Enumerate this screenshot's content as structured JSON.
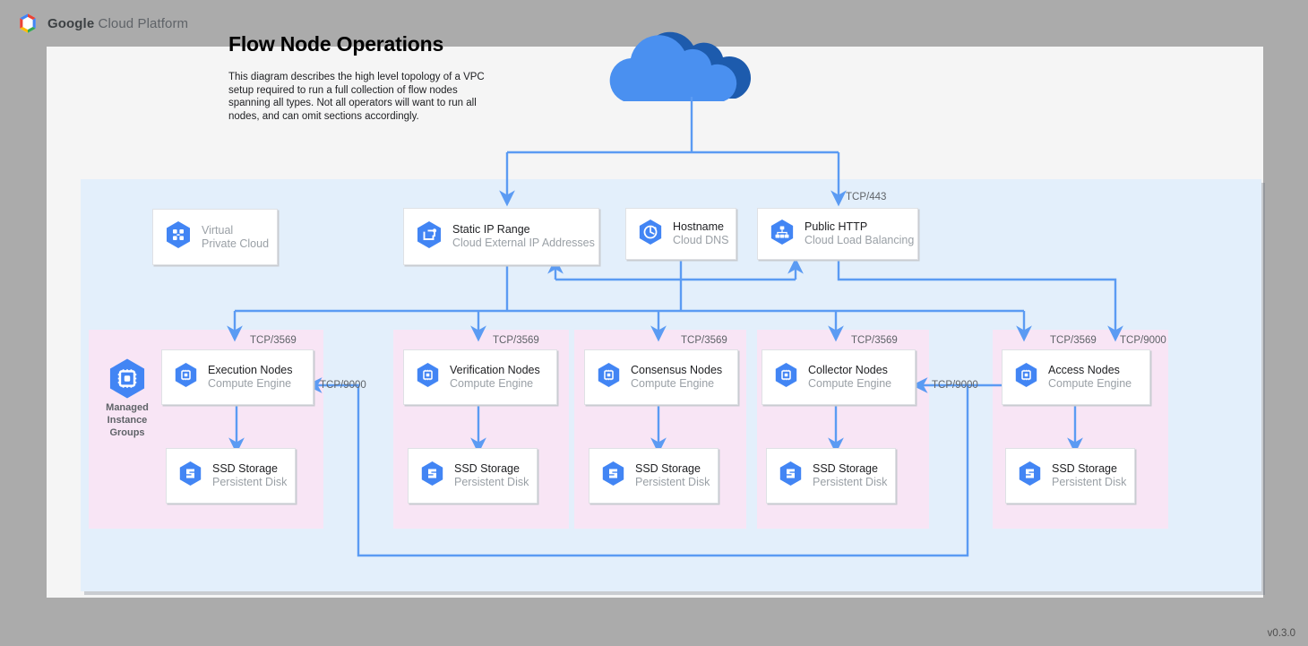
{
  "header": {
    "logo_icon": "google-cloud-hexagon-logo",
    "brand_bold": "Google",
    "brand_rest": " Cloud Platform"
  },
  "diagram": {
    "title": "Flow Node Operations",
    "description": "This diagram describes the high level topology of a VPC setup required to run a full collection of flow nodes spanning all types.\nNot all operators will want to run all nodes, and can omit sections accordingly.",
    "version": "v0.3.0",
    "internet_cloud_icon": "cloud-icon"
  },
  "colors": {
    "page_background": "#ababab",
    "canvas": "#f5f5f5",
    "vpc_region": "#e3effb",
    "mig_group": "#f9e4f4",
    "connector": "#5b9bf3",
    "gcp_blue": "#4285f4",
    "cloud_light": "#4a90f0",
    "cloud_dark": "#1d5bad",
    "card_border": "#dfe1e5",
    "muted_text": "#9aa0a6"
  },
  "vpc": {
    "label_line1": "Virtual",
    "label_line2": "Private Cloud",
    "icon": "virtual-private-cloud-icon"
  },
  "top_nodes": [
    {
      "id": "static-ip-range",
      "title": "Static IP Range",
      "subtitle": "Cloud External IP Addresses",
      "icon": "cloud-external-ip-addresses-icon",
      "stacked": true
    },
    {
      "id": "hostname",
      "title": "Hostname",
      "subtitle": "Cloud DNS",
      "icon": "cloud-dns-icon",
      "stacked": false
    },
    {
      "id": "public-http",
      "title": "Public HTTP",
      "subtitle": "Cloud Load Balancing",
      "icon": "cloud-load-balancing-icon",
      "stacked": false
    }
  ],
  "mig": {
    "label_line1": "Managed",
    "label_line2": "Instance",
    "label_line3": "Groups",
    "icon": "compute-engine-icon"
  },
  "node_groups": [
    {
      "id": "execution",
      "node_title": "Execution Nodes",
      "node_subtitle": "Compute Engine",
      "node_icon": "compute-engine-icon",
      "storage_title": "SSD Storage",
      "storage_subtitle": "Persistent Disk",
      "storage_icon": "persistent-disk-icon"
    },
    {
      "id": "verification",
      "node_title": "Verification Nodes",
      "node_subtitle": "Compute Engine",
      "node_icon": "compute-engine-icon",
      "storage_title": "SSD Storage",
      "storage_subtitle": "Persistent Disk",
      "storage_icon": "persistent-disk-icon"
    },
    {
      "id": "consensus",
      "node_title": "Consensus Nodes",
      "node_subtitle": "Compute Engine",
      "node_icon": "compute-engine-icon",
      "storage_title": "SSD Storage",
      "storage_subtitle": "Persistent Disk",
      "storage_icon": "persistent-disk-icon"
    },
    {
      "id": "collector",
      "node_title": "Collector Nodes",
      "node_subtitle": "Compute Engine",
      "node_icon": "compute-engine-icon",
      "storage_title": "SSD Storage",
      "storage_subtitle": "Persistent Disk",
      "storage_icon": "persistent-disk-icon"
    },
    {
      "id": "access",
      "node_title": "Access Nodes",
      "node_subtitle": "Compute Engine",
      "node_icon": "compute-engine-icon",
      "storage_title": "SSD Storage",
      "storage_subtitle": "Persistent Disk",
      "storage_icon": "persistent-disk-icon"
    }
  ],
  "port_labels": {
    "tcp443": "TCP/443",
    "execution_3569": "TCP/3569",
    "verification_3569": "TCP/3569",
    "consensus_3569": "TCP/3569",
    "collector_3569": "TCP/3569",
    "access_3569": "TCP/3569",
    "access_9000": "TCP/9000",
    "collector_in_9000": "TCP/9000",
    "execution_in_9000": "TCP/9000"
  }
}
